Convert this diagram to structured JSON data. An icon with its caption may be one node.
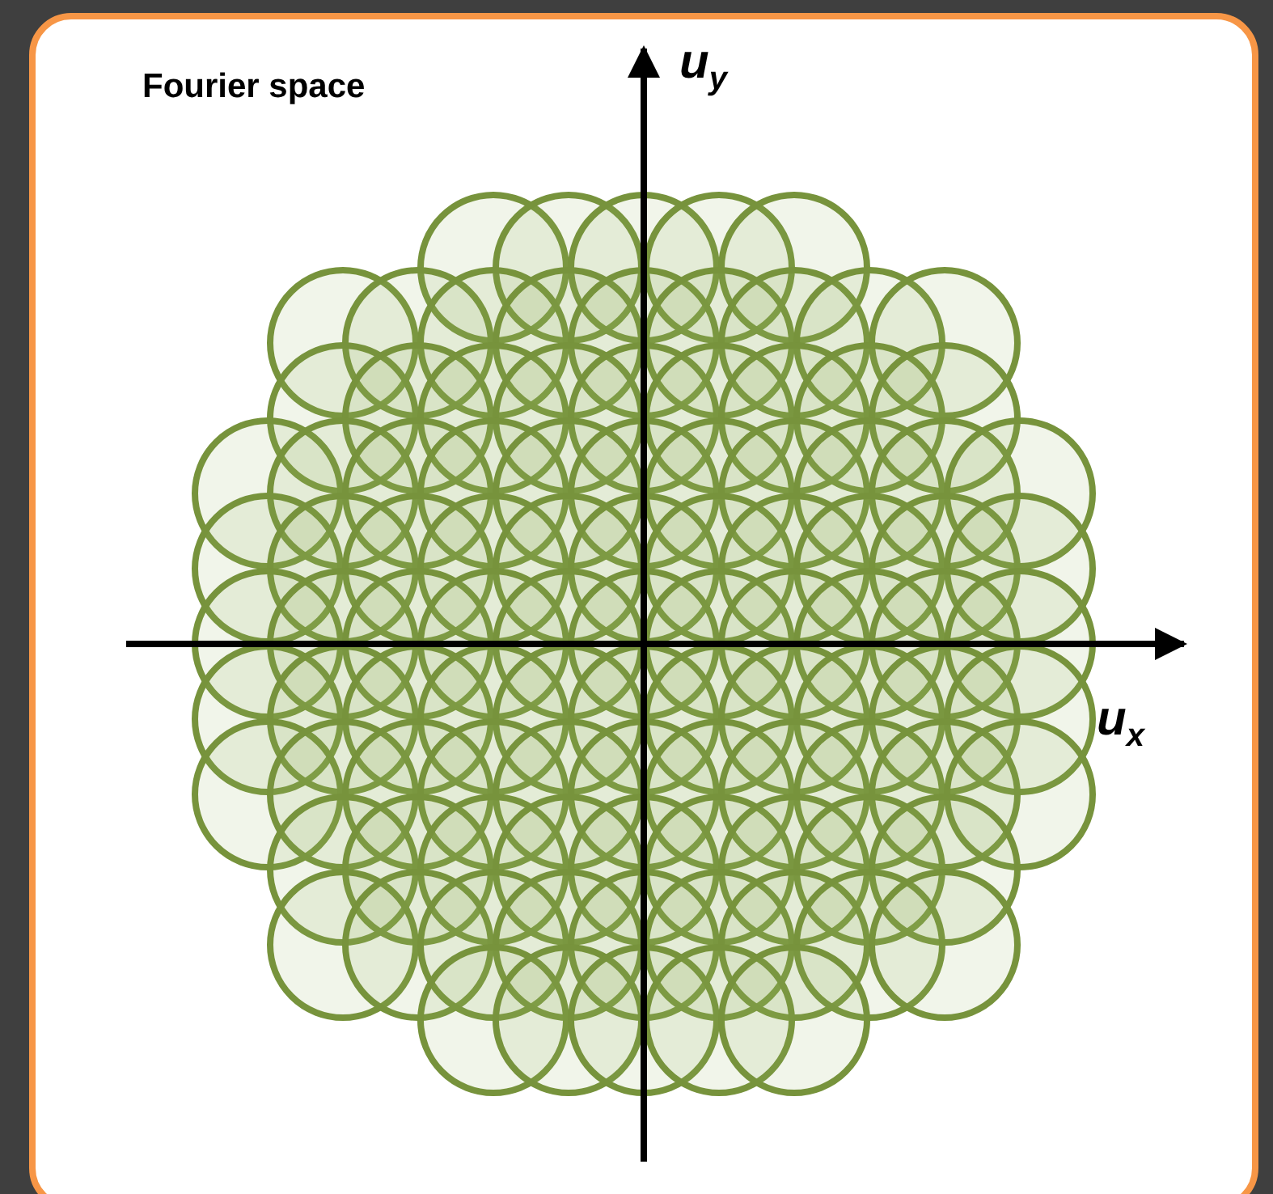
{
  "diagram": {
    "labels": [
      "Fourier space",
      "u$_{y}$",
      "u$_{x}$"
    ]
  }
}
